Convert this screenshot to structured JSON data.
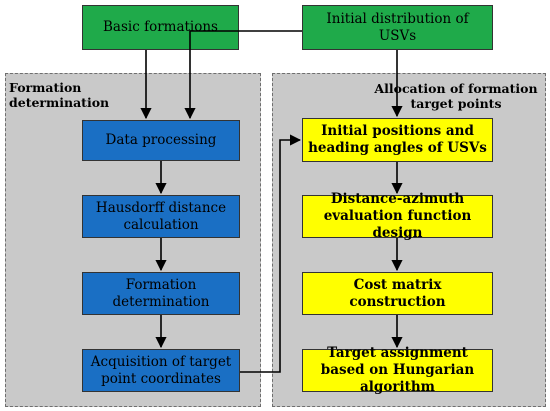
{
  "top": {
    "basic_formations": "Basic formations",
    "initial_distribution": "Initial  distribution of USVs"
  },
  "left_panel": {
    "title": "Formation determination",
    "steps": [
      "Data processing",
      "Hausdorff distance calculation",
      "Formation determination",
      "Acquisition of target point coordinates"
    ]
  },
  "right_panel": {
    "title": "Allocation of formation target points",
    "steps": [
      "Initial positions and heading angles of USVs",
      "Distance-azimuth evaluation function design",
      "Cost matrix construction",
      "Target assignment based on Hungarian algorithm"
    ]
  },
  "colors": {
    "green": "#1faa4a",
    "blue": "#1a6fc4",
    "yellow": "#ffff00",
    "panel": "#c9c9c9"
  }
}
